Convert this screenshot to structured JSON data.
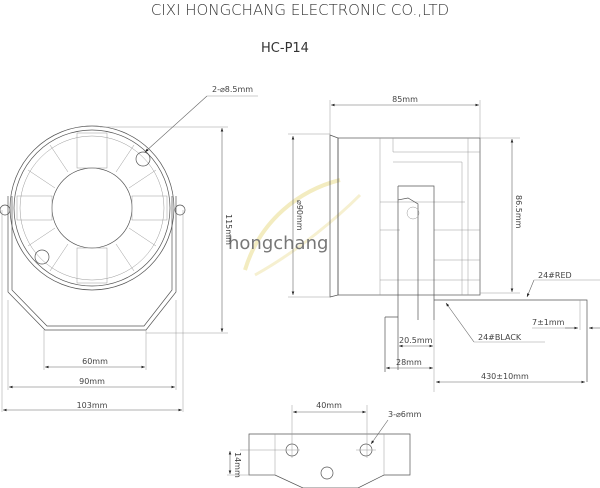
{
  "header": {
    "company": "CIXI HONGCHANG ELECTRONIC CO.,LTD",
    "model": "HC-P14"
  },
  "watermark": "hongchang",
  "front_view": {
    "holes_label": "2-⌀8.5mm",
    "height": "115mm",
    "width_inner": "60mm",
    "width_mid": "90mm",
    "width_outer": "103mm"
  },
  "side_view": {
    "length": "85mm",
    "diameter": "⌀90mm",
    "body_height": "86.5mm",
    "wire_red": "24#RED",
    "wire_black": "24#BLACK",
    "strip_length": "7±1mm",
    "bracket_inner": "20.5mm",
    "bracket_outer": "28mm",
    "wire_length": "430±10mm"
  },
  "bottom_view": {
    "hole_spacing": "40mm",
    "holes_label": "3-⌀6mm",
    "height": "14mm"
  }
}
